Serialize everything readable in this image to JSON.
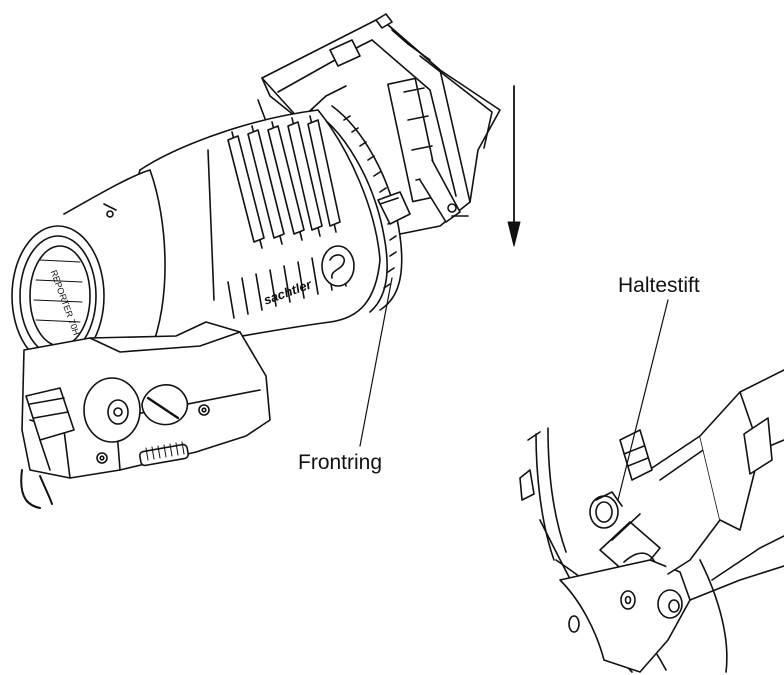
{
  "labels": {
    "frontring": "Frontring",
    "haltestift": "Haltestift"
  },
  "product": {
    "brand": "sachtler",
    "model": "REPORTER 70H"
  },
  "colors": {
    "line": "#111111",
    "background": "#ffffff",
    "fill": "#ffffff"
  },
  "icons": {
    "direction_arrow": "arrow-down-icon"
  }
}
